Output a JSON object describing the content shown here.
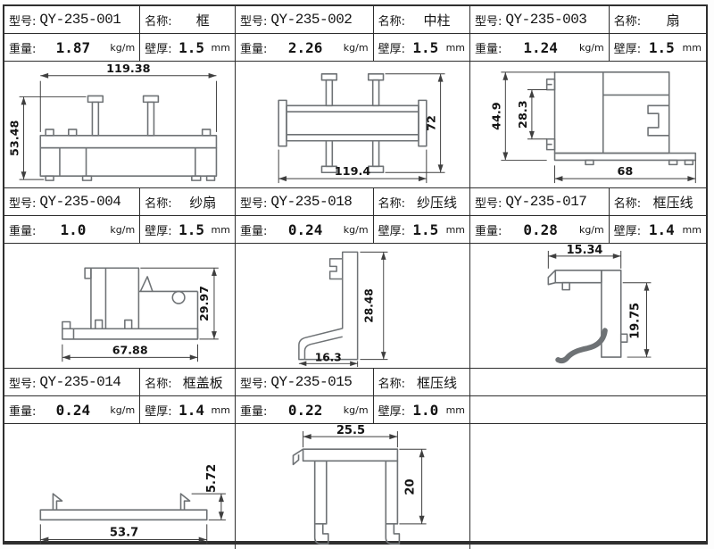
{
  "labels": {
    "model": "型号:",
    "name": "名称:",
    "weight": "重量:",
    "thickness": "壁厚:",
    "weight_unit": "kg/m",
    "thickness_unit": "mm"
  },
  "colors": {
    "grid_line": "#2e2e2e",
    "profile_line": "#6e7275",
    "dimension_line": "#3f3f3f",
    "text": "#141414",
    "background": "#ffffff"
  },
  "cells": [
    {
      "model": "QY-235-001",
      "name": "框",
      "weight": "1.87",
      "thickness": "1.5",
      "dims": {
        "width": "119.38",
        "height": "53.48"
      }
    },
    {
      "model": "QY-235-002",
      "name": "中柱",
      "weight": "2.26",
      "thickness": "1.5",
      "dims": {
        "width": "119.4",
        "height": "72"
      }
    },
    {
      "model": "QY-235-003",
      "name": "扇",
      "weight": "1.24",
      "thickness": "1.5",
      "dims": {
        "width": "68",
        "height": "44.9",
        "inner_height": "28.3"
      }
    },
    {
      "model": "QY-235-004",
      "name": "纱扇",
      "weight": "1.0",
      "thickness": "1.5",
      "dims": {
        "width": "67.88",
        "height": "29.97"
      }
    },
    {
      "model": "QY-235-018",
      "name": "纱压线",
      "weight": "0.24",
      "thickness": "1.5",
      "dims": {
        "width": "16.3",
        "height": "28.48"
      }
    },
    {
      "model": "QY-235-017",
      "name": "框压线",
      "weight": "0.28",
      "thickness": "1.4",
      "dims": {
        "width": "15.34",
        "height": "19.75"
      }
    },
    {
      "model": "QY-235-014",
      "name": "框盖板",
      "weight": "0.24",
      "thickness": "1.4",
      "dims": {
        "width": "53.7",
        "height": "5.72"
      }
    },
    {
      "model": "QY-235-015",
      "name": "框压线",
      "weight": "0.22",
      "thickness": "1.0",
      "dims": {
        "width": "25.5",
        "height": "20"
      }
    }
  ]
}
